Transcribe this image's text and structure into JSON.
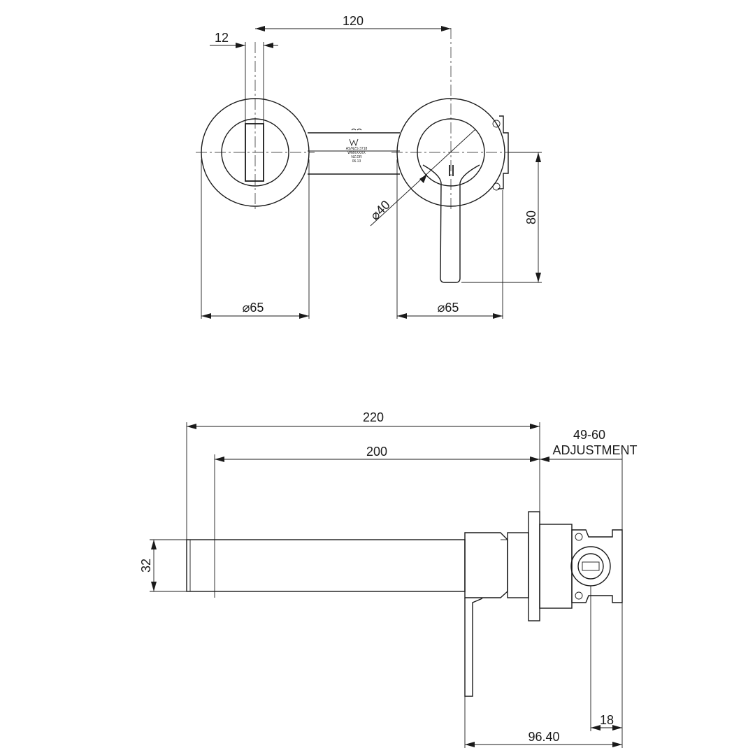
{
  "front_view": {
    "dim_centre_spacing": "120",
    "dim_slot_width": "12",
    "dim_left_plate_dia": "⌀65",
    "dim_right_plate_dia": "⌀65",
    "dim_handle_dia": "⌀40",
    "dim_handle_drop": "80",
    "body_marking": {
      "line1": "AS/NZS 3718",
      "line2": "WMXXXXX",
      "line3": "NZ.DR",
      "line4": "06.13"
    }
  },
  "side_view": {
    "dim_overall_length": "220",
    "dim_spout_length": "200",
    "dim_adjustment_value": "49-60",
    "dim_adjustment_label": "ADJUSTMENT",
    "dim_spout_height": "32",
    "dim_depth": "96.40",
    "dim_inlet_offset": "18"
  },
  "icons": [
    "watermark-logo-icon"
  ]
}
